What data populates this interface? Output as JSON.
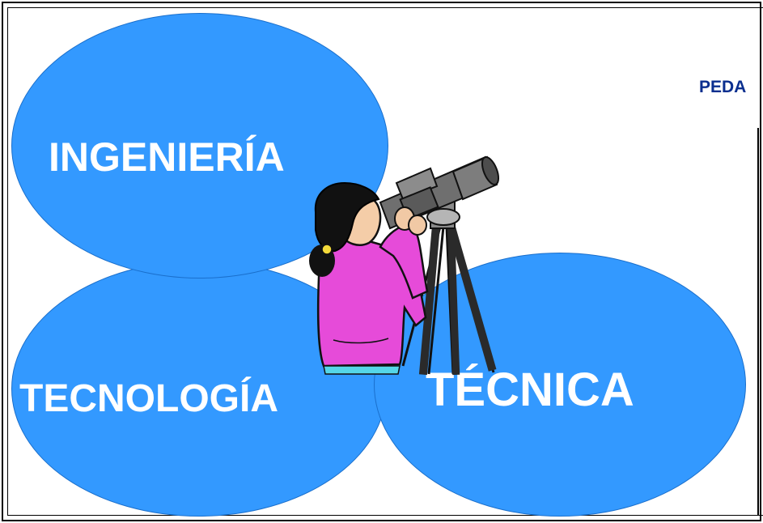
{
  "header": {
    "text": "PEDA"
  },
  "concepts": {
    "engineering": "INGENIERÍA",
    "technology": "TECNOLOGÍA",
    "technique": "TÉCNICA"
  },
  "colors": {
    "blob_fill": "#3399ff",
    "label_text": "#ffffff",
    "header_text": "#0b2f8f"
  },
  "illustration": {
    "icon": "girl-with-telescope-icon"
  }
}
